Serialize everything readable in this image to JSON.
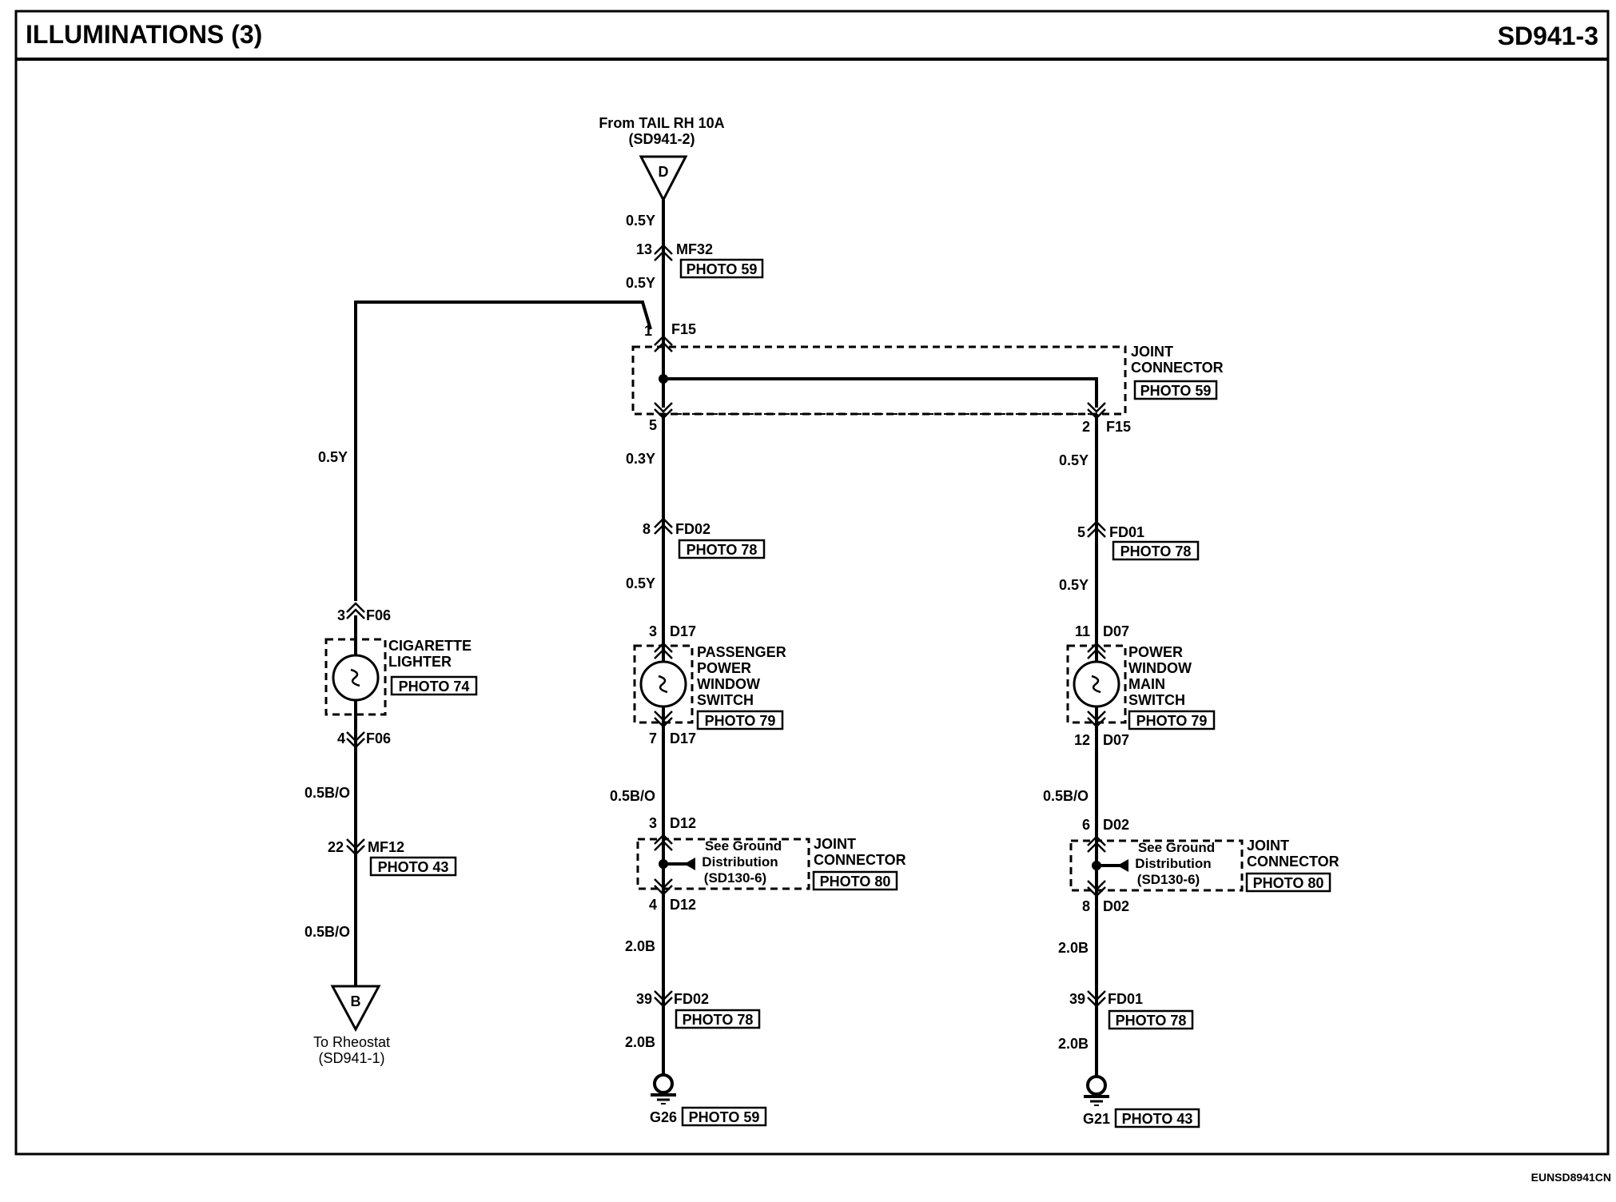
{
  "header": {
    "title": "ILLUMINATIONS (3)",
    "code": "SD941-3"
  },
  "footer": {
    "ref": "EUNSD8941CN"
  },
  "source": {
    "from_line1": "From TAIL RH 10A",
    "from_line2": "(SD941-2)",
    "letter": "D"
  },
  "destination": {
    "to_line1": "To Rheostat",
    "to_line2": "(SD941-1)",
    "letter": "B"
  },
  "mf32": {
    "pin": "13",
    "name": "MF32",
    "photo": "PHOTO 59",
    "wire_in": "0.5Y",
    "wire_out": "0.5Y"
  },
  "joint_top": {
    "label_line1": "JOINT",
    "label_line2": "CONNECTOR",
    "photo": "PHOTO 59",
    "in_pin": "1",
    "in_name": "F15",
    "out_left_pin": "5",
    "out_right_pin": "2",
    "out_right_name": "F15"
  },
  "left_branch": {
    "wire_top": "0.5Y",
    "in_pin": "3",
    "in_name": "F06",
    "device_line1": "CIGARETTE",
    "device_line2": "LIGHTER",
    "photo": "PHOTO 74",
    "out_pin": "4",
    "out_name": "F06",
    "wire_mid": "0.5B/O",
    "mf12_pin": "22",
    "mf12_name": "MF12",
    "mf12_photo": "PHOTO 43",
    "wire_bottom": "0.5B/O"
  },
  "center_branch": {
    "wire_a": "0.3Y",
    "fd_pin": "8",
    "fd_name": "FD02",
    "fd_photo": "PHOTO 78",
    "wire_b": "0.5Y",
    "sw_in_pin": "3",
    "sw_name": "D17",
    "device_line1": "PASSENGER",
    "device_line2": "POWER",
    "device_line3": "WINDOW",
    "device_line4": "SWITCH",
    "photo": "PHOTO 79",
    "sw_out_pin": "7",
    "sw_out_name": "D17",
    "wire_c": "0.5B/O",
    "jc_in_pin": "3",
    "jc_in_name": "D12",
    "ground_line1": "See Ground",
    "ground_line2": "Distribution",
    "ground_line3": "(SD130-6)",
    "jc_line1": "JOINT",
    "jc_line2": "CONNECTOR",
    "jc_photo": "PHOTO 80",
    "jc_out_pin": "4",
    "jc_out_name": "D12",
    "wire_d": "2.0B",
    "fd2_pin": "39",
    "fd2_name": "FD02",
    "fd2_photo": "PHOTO 78",
    "wire_e": "2.0B",
    "gnd_name": "G26",
    "gnd_photo": "PHOTO 59"
  },
  "right_branch": {
    "wire_a": "0.5Y",
    "fd_pin": "5",
    "fd_name": "FD01",
    "fd_photo": "PHOTO 78",
    "wire_b": "0.5Y",
    "sw_in_pin": "11",
    "sw_name": "D07",
    "device_line1": "POWER",
    "device_line2": "WINDOW",
    "device_line3": "MAIN",
    "device_line4": "SWITCH",
    "photo": "PHOTO 79",
    "sw_out_pin": "12",
    "sw_out_name": "D07",
    "wire_c": "0.5B/O",
    "jc_in_pin": "6",
    "jc_in_name": "D02",
    "ground_line1": "See Ground",
    "ground_line2": "Distribution",
    "ground_line3": "(SD130-6)",
    "jc_line1": "JOINT",
    "jc_line2": "CONNECTOR",
    "jc_photo": "PHOTO 80",
    "jc_out_pin": "8",
    "jc_out_name": "D02",
    "wire_d": "2.0B",
    "fd2_pin": "39",
    "fd2_name": "FD01",
    "fd2_photo": "PHOTO 78",
    "wire_e": "2.0B",
    "gnd_name": "G21",
    "gnd_photo": "PHOTO 43"
  }
}
